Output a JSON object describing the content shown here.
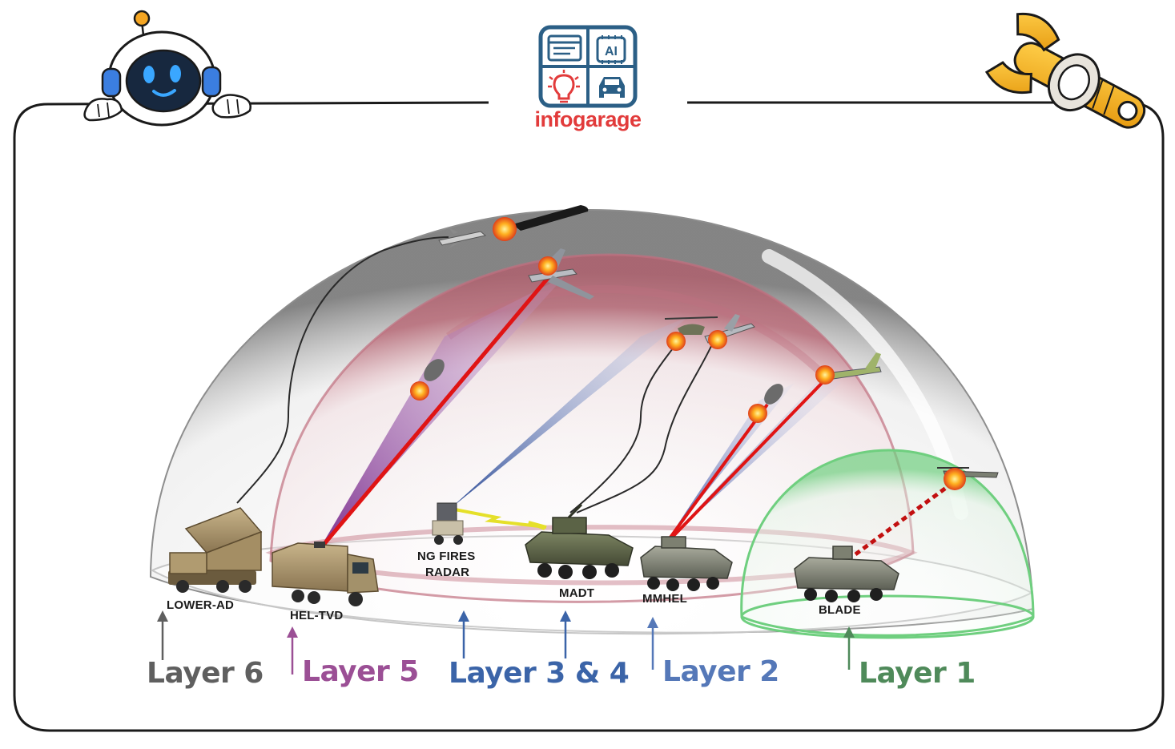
{
  "brand": {
    "name": "infogarage",
    "icon_tiles": [
      "browser-window-icon",
      "ai-chip-icon",
      "lightbulb-icon",
      "car-icon"
    ],
    "ai_text": "AI",
    "colors": {
      "frame": "#2b5f86",
      "text": "#e23b3b",
      "bulb": "#e23b3b"
    }
  },
  "mascots": {
    "left": "robot-mascot",
    "right": "wrench-mascot"
  },
  "systems": {
    "lower_ad": "LOWER-AD",
    "hel_tvd": "HEL-TVD",
    "ng_fires_radar_line1": "NG FIRES",
    "ng_fires_radar_line2": "RADAR",
    "madt": "MADT",
    "mmhel": "MMHEL",
    "blade": "BLADE"
  },
  "layers": [
    {
      "label": "Layer 6",
      "color": "#5f5f5f"
    },
    {
      "label": "Layer 5",
      "color": "#9b4f95"
    },
    {
      "label": "Layer 3 & 4",
      "color": "#3b64a8"
    },
    {
      "label": "Layer 2",
      "color": "#5578b8"
    },
    {
      "label": "Layer 1",
      "color": "#4f8a5a"
    }
  ],
  "colors": {
    "laser": "#e01414",
    "outer_dome": "#9a9a9a",
    "mid_dome": "#b85a6a",
    "inner_dome": "#7fd28c",
    "explosion": "#ff8a1c"
  }
}
